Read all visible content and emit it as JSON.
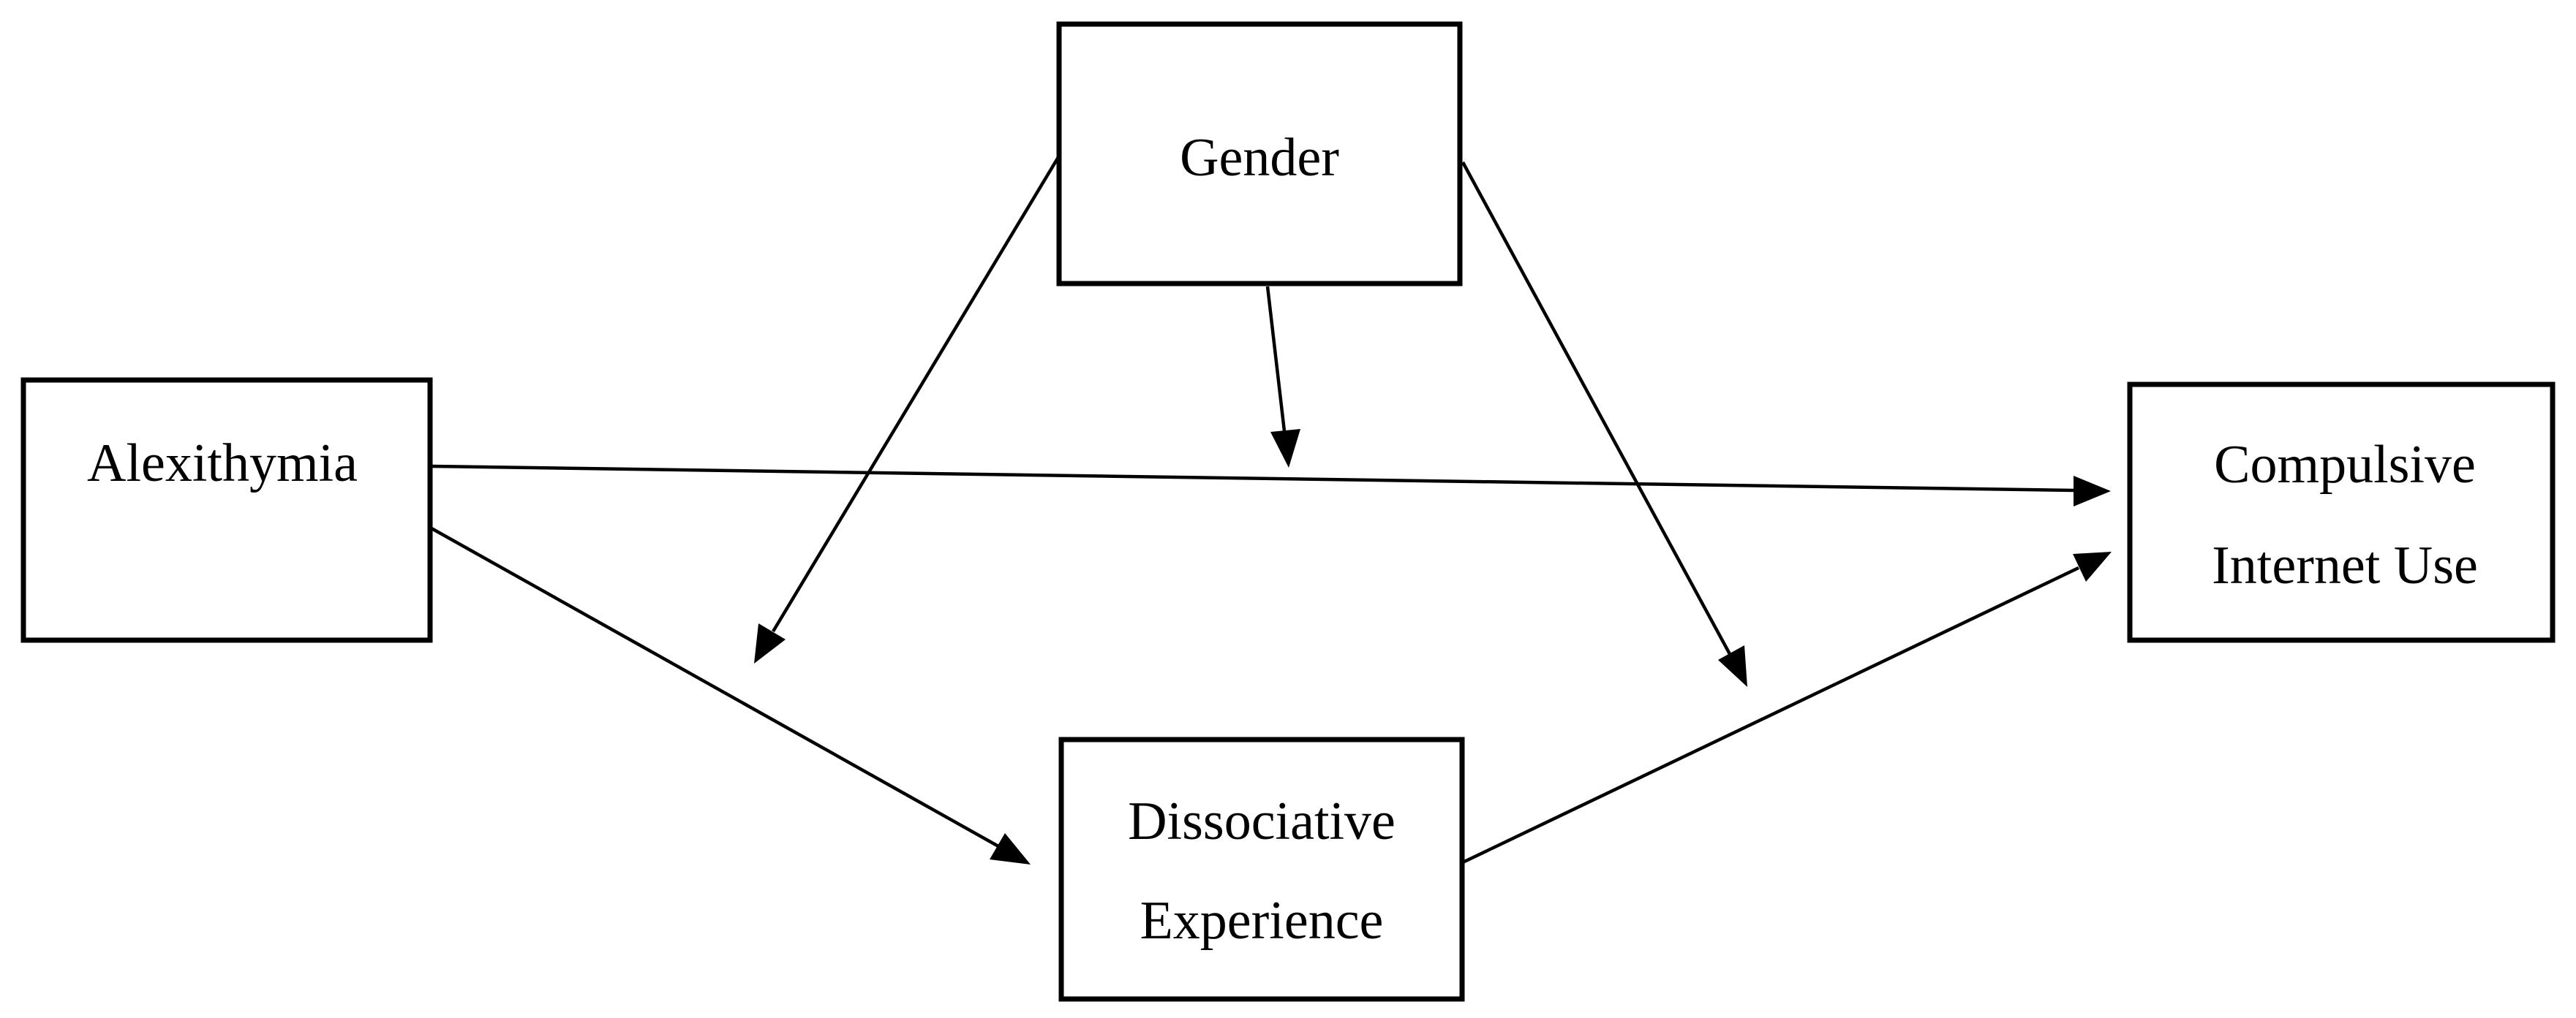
{
  "nodes": {
    "gender": {
      "label": "Gender"
    },
    "alexithymia": {
      "label": "Alexithymia"
    },
    "compulsive_internet_use": {
      "line1": "Compulsive",
      "line2": "Internet Use"
    },
    "dissociative_experience": {
      "line1": "Dissociative",
      "line2": "Experience"
    }
  },
  "colors": {
    "stroke": "#000000",
    "background": "#ffffff"
  }
}
